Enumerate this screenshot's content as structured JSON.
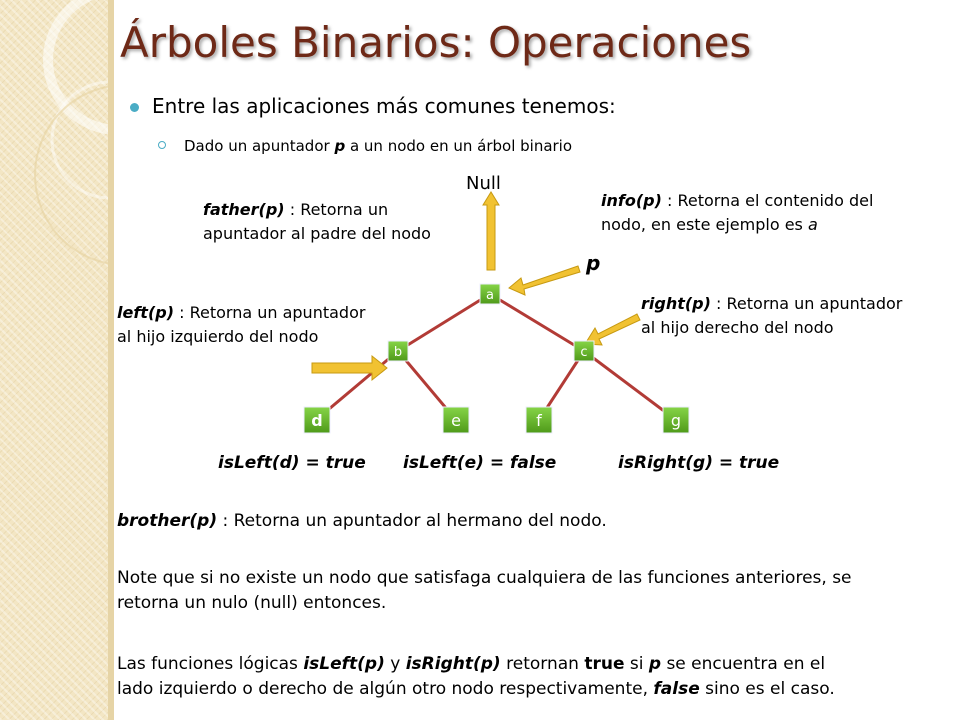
{
  "title": "Árboles Binarios: Operaciones",
  "bullet1": "Entre las aplicaciones más comunes tenemos:",
  "bullet2": {
    "pre": "Dado un apuntador ",
    "var": "p",
    "post": " a un nodo en un árbol binario"
  },
  "null_label": "Null",
  "p_label": "p",
  "father": {
    "fn": "father(p)",
    "line1": " : Retorna un",
    "line2": "apuntador al padre del nodo"
  },
  "info": {
    "fn": "info(p)",
    "line1": " : Retorna el contenido del",
    "line2": "nodo,  en este ejemplo es ",
    "example": "a"
  },
  "left": {
    "fn": "left(p)",
    "line1": " : Retorna un apuntador",
    "line2": "al hijo izquierdo del nodo"
  },
  "right": {
    "fn": "right(p)",
    "line1": " : Retorna un apuntador",
    "line2": "al hijo derecho del nodo"
  },
  "tree": {
    "nodes": [
      "a",
      "b",
      "c",
      "d",
      "e",
      "f",
      "g"
    ],
    "colors": {
      "edge": "#b23b36",
      "node": "#6fc22b",
      "node_dark": "#4f9a1a",
      "arrow": "#f1c232",
      "arrow_stroke": "#c79a12"
    }
  },
  "predicates": [
    "isLeft(d) = true",
    "isLeft(e) = false",
    "isRight(g) = true"
  ],
  "brother": {
    "fn": "brother(p)",
    "text": " : Retorna un apuntador al hermano del nodo."
  },
  "note": {
    "line1": "Note que si no existe un nodo que satisfaga cualquiera de las funciones anteriores, se",
    "line2": "retorna un nulo (null) entonces."
  },
  "logic": {
    "t1": "Las funciones lógicas ",
    "isleft": "isLeft(p)",
    "t2": " y ",
    "isright": "isRight(p)",
    "t3": " retornan ",
    "true_kw": "true",
    "t4": " si ",
    "p": "p",
    "t5": " se encuentra en el",
    "t6": "lado izquierdo o derecho de algún otro nodo respectivamente, ",
    "false_kw": "false",
    "t7": " sino es el caso."
  }
}
